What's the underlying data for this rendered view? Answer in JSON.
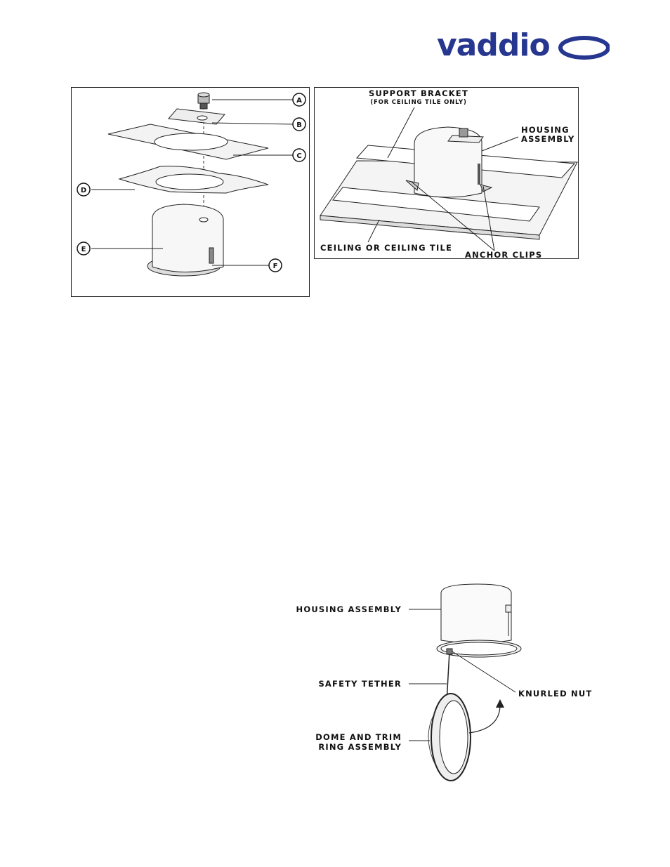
{
  "brand": {
    "name": "vaddio",
    "color": "#27368f"
  },
  "figure_exploded": {
    "callouts": [
      "A",
      "B",
      "C",
      "D",
      "E",
      "F"
    ]
  },
  "figure_installed": {
    "label_support_bracket": "SUPPORT BRACKET",
    "label_support_note": "(FOR CEILING TILE ONLY)",
    "label_housing_line1": "HOUSING",
    "label_housing_line2": "ASSEMBLY",
    "label_ceiling": "CEILING OR CEILING TILE",
    "label_anchor_clips": "ANCHOR CLIPS"
  },
  "figure_dome": {
    "label_housing": "HOUSING ASSEMBLY",
    "label_tether": "SAFETY TETHER",
    "label_knurled": "KNURLED NUT",
    "label_dome_line1": "DOME AND TRIM",
    "label_dome_line2": "RING ASSEMBLY"
  }
}
